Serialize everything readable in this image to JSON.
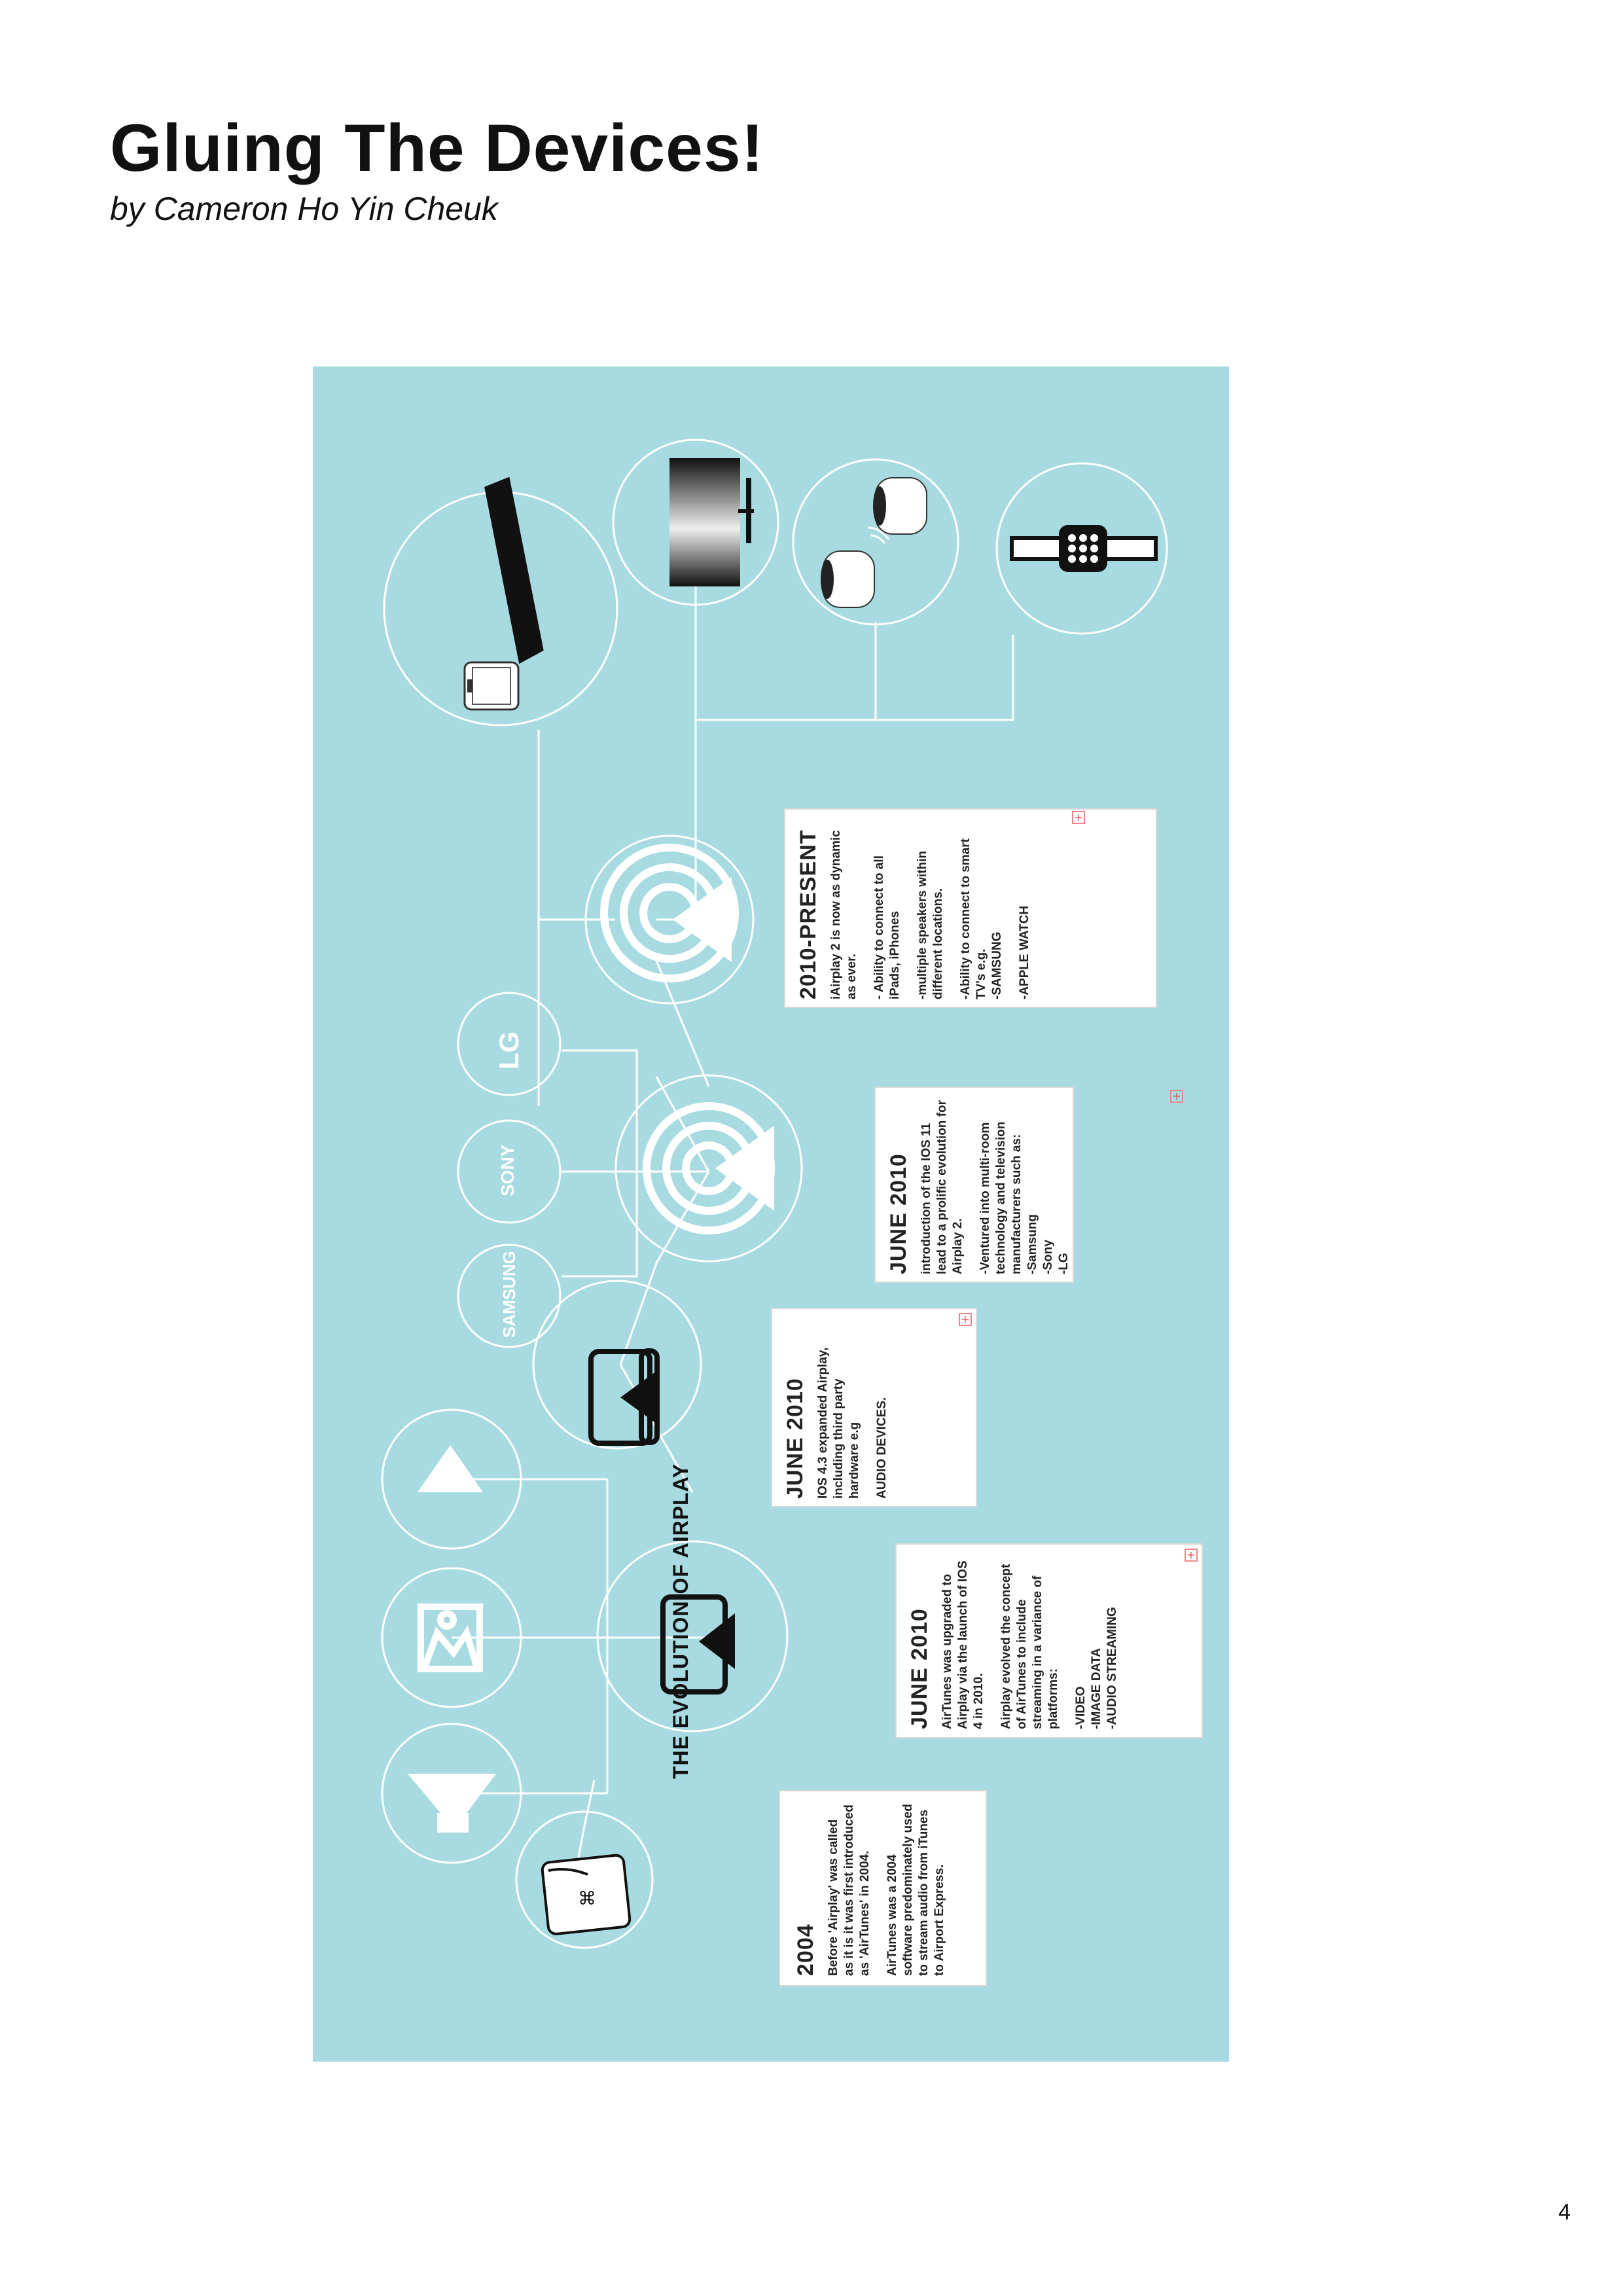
{
  "header": {
    "title": "Gluing The Devices!",
    "byline": "by Cameron Ho Yin Cheuk"
  },
  "poster": {
    "title": "THE EVOLUTION OF AIRPLAY",
    "background": "#a7dbe1",
    "brands": [
      "LG",
      "SONY",
      "SAMSUNG"
    ],
    "device_icons": [
      "ipad-iphone-icon",
      "television-icon",
      "homepod-speakers-icon",
      "apple-watch-icon",
      "airplay-icon",
      "airplay-icon",
      "airplay-video-icon",
      "airplay-video-icon",
      "airport-express-icon",
      "play-triangle-icon",
      "image-icon",
      "speaker-icon"
    ],
    "cards": {
      "c2004": {
        "heading": "2004",
        "body": [
          "Before 'Airplay' was called as it is it was first introduced as 'AirTunes' in 2004.",
          "AirTunes was a 2004 software predominately used to stream audio from iTunes to Airport Express."
        ]
      },
      "c2010a": {
        "heading": "JUNE 2010",
        "body": [
          "AirTunes was upgraded to Airplay via the launch of IOS 4 in 2010.",
          "Airplay evolved the concept of AirTunes to include streaming in a variance of platforms:",
          "-VIDEO\n-IMAGE DATA\n-AUDIO STREAMING"
        ]
      },
      "c2010b": {
        "heading": "JUNE 2010",
        "body": [
          "IOS 4.3 expanded Airplay, including third party hardware e.g",
          "AUDIO DEVICES."
        ]
      },
      "c2010c": {
        "heading": "JUNE 2010",
        "body": [
          "introduction of the IOS 11 lead to a prolific evolution for Airplay 2.",
          "-Ventured into multi-room technology and television manufacturers such as:\n-Samsung\n-Sony\n-LG"
        ]
      },
      "cpresent": {
        "heading": "2010-PRESENT",
        "body": [
          "iAirplay 2 is now as dynamic as ever.",
          "- Ability to connect to all iPads, iPhones",
          "-multiple speakers within different locations.",
          "-Ability to connect to smart TV's e.g.\n-SAMSUNG",
          "-APPLE WATCH"
        ]
      }
    }
  },
  "page_number": "4"
}
